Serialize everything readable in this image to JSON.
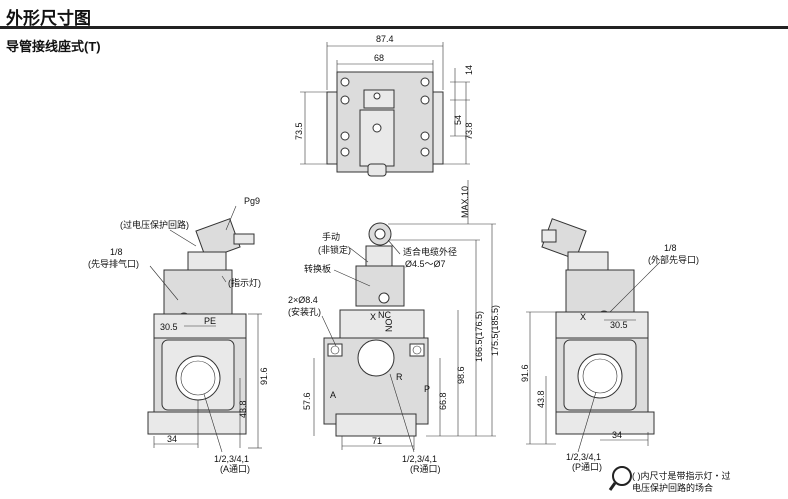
{
  "header": {
    "title": "外形尺寸图",
    "subtitle": "导管接线座式(T)"
  },
  "top_view": {
    "dim_874": "87.4",
    "dim_68": "68",
    "dim_14": "14",
    "dim_735": "73.5",
    "dim_54": "54",
    "dim_738": "73.8"
  },
  "left_view": {
    "label_pg9": "Pg9",
    "label_protection": "(过电压保护回路)",
    "label_18": "1/8",
    "label_pilot_exhaust": "(先导排气口)",
    "label_indicator": "(指示灯)",
    "label_pe": "PE",
    "dim_305": "30.5",
    "dim_916": "91.6",
    "dim_438": "43.8",
    "dim_34": "34",
    "port_size": "1/2,3/4,1",
    "port_a": "(A通口)"
  },
  "center_view": {
    "label_manual": "手动",
    "label_nonlock": "(非锁定)",
    "label_switch": "转换板",
    "label_holes": "2×Ø8.4",
    "label_mount": "(安装孔)",
    "label_cable": "适合电缆外径",
    "label_cable_range": "Ø4.5～Ø7",
    "label_x": "X",
    "label_nc": "NC",
    "label_no": "NO",
    "label_a": "A",
    "label_r": "R",
    "label_p": "P",
    "dim_max10": "MAX.10",
    "dim_1665": "166.5(176.5)",
    "dim_1755": "175.5(185.5)",
    "dim_986": "98.6",
    "dim_668": "66.8",
    "dim_576": "57.6",
    "dim_71": "71",
    "port_size": "1/2,3/4,1",
    "port_r": "(R通口)"
  },
  "right_view": {
    "label_18": "1/8",
    "label_ext_pilot": "(外部先导口)",
    "label_x": "X",
    "dim_305": "30.5",
    "dim_916": "91.6",
    "dim_438": "43.8",
    "dim_34": "34",
    "port_size": "1/2,3/4,1",
    "port_p": "(P通口)"
  },
  "note": {
    "line1": "( )内尺寸是带指示灯・过",
    "line2": "电压保护回路的场合"
  }
}
